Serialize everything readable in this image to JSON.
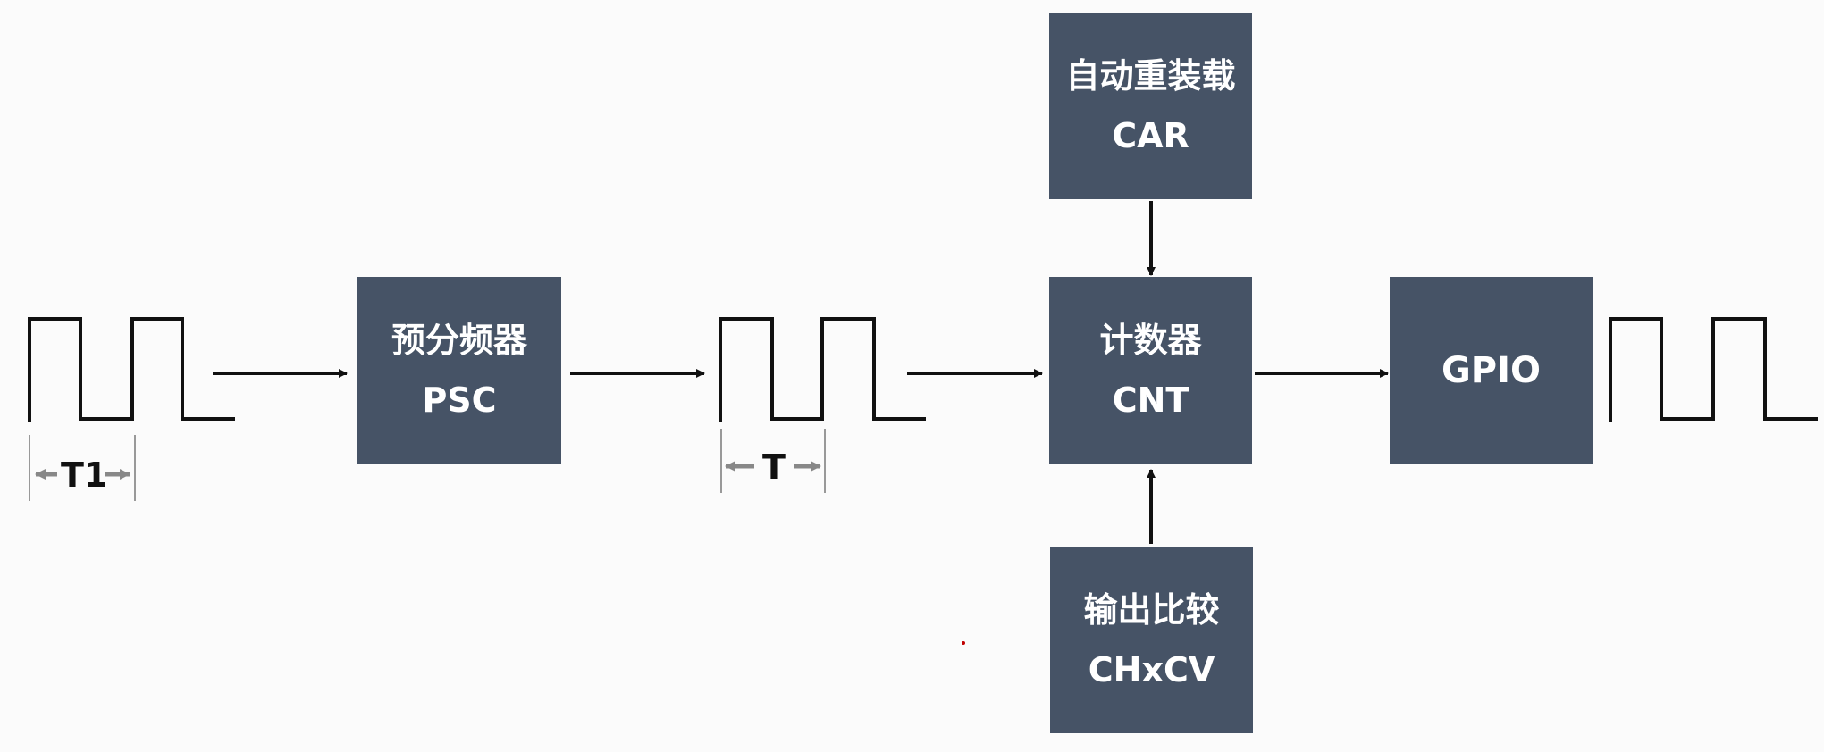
{
  "blocks": {
    "psc": {
      "name": "预分频器",
      "code": "PSC"
    },
    "car": {
      "name": "自动重装载",
      "code": "CAR"
    },
    "cnt": {
      "name": "计数器",
      "code": "CNT"
    },
    "gpio": {
      "code": "GPIO"
    },
    "ccr": {
      "name": "输出比较",
      "code": "CHxCV"
    }
  },
  "periods": {
    "input": "T1",
    "scaled": "T"
  },
  "colors": {
    "block": "#465366",
    "text": "#ffffff",
    "line": "#111111",
    "dim": "#888888"
  }
}
